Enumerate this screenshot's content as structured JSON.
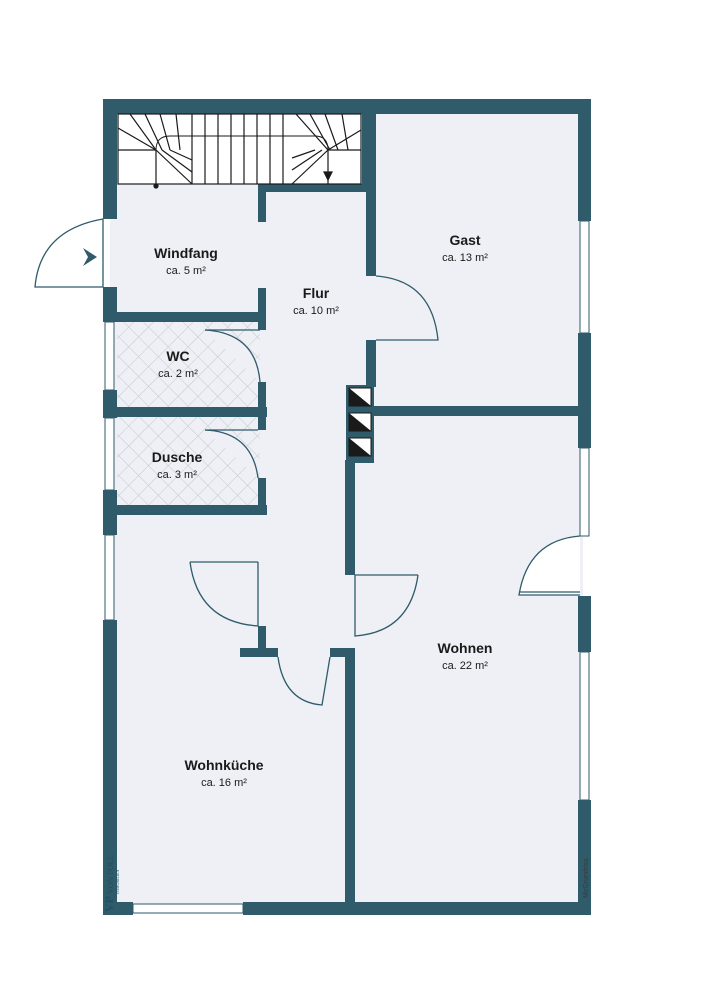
{
  "colors": {
    "wall": "#2f5b6b",
    "floor": "#eef0f5",
    "tile_hatch": "#bfc4cc",
    "door_line": "#2f5b6b",
    "window": "#ffffff",
    "text": "#1a1a1a"
  },
  "rooms": [
    {
      "id": "windfang",
      "name": "Windfang",
      "area": "ca. 5 m²"
    },
    {
      "id": "flur",
      "name": "Flur",
      "area": "ca. 10 m²"
    },
    {
      "id": "gast",
      "name": "Gast",
      "area": "ca. 13 m²"
    },
    {
      "id": "wc",
      "name": "WC",
      "area": "ca. 2 m²"
    },
    {
      "id": "dusche",
      "name": "Dusche",
      "area": "ca. 3 m²"
    },
    {
      "id": "wohnen",
      "name": "Wohnen",
      "area": "ca. 22 m²"
    },
    {
      "id": "wohnkueche",
      "name": "Wohnküche",
      "area": "ca. 16 m²"
    }
  ],
  "logo": {
    "monogram": "VP",
    "name": "VON POLL",
    "tagline": "IMMOBILIEN"
  },
  "credit": "McGrundriss",
  "icons": {
    "entrance": "entrance-arrow-icon",
    "chimney": "chimney-shaft-icon",
    "stairs": "staircase-icon"
  }
}
